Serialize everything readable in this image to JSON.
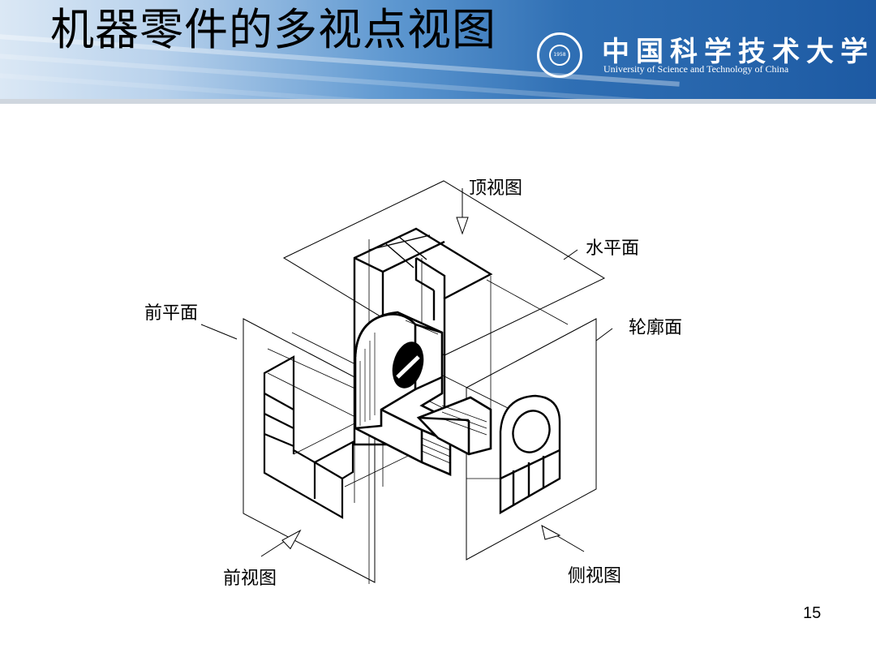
{
  "slide": {
    "title": "机器零件的多视点视图",
    "page_number": "15"
  },
  "logo": {
    "university_cn": "中国科学技术大学",
    "university_en": "University of Science and Technology of China",
    "founding_year": "1958"
  },
  "diagram": {
    "labels": {
      "top_view": "顶视图",
      "horizontal_plane": "水平面",
      "frontal_plane": "前平面",
      "profile_plane": "轮廓面",
      "front_view": "前视图",
      "side_view": "侧视图"
    }
  },
  "colors": {
    "header_dark": "#1d5aa3",
    "header_light": "#dbe8f5",
    "line": "#000000"
  }
}
